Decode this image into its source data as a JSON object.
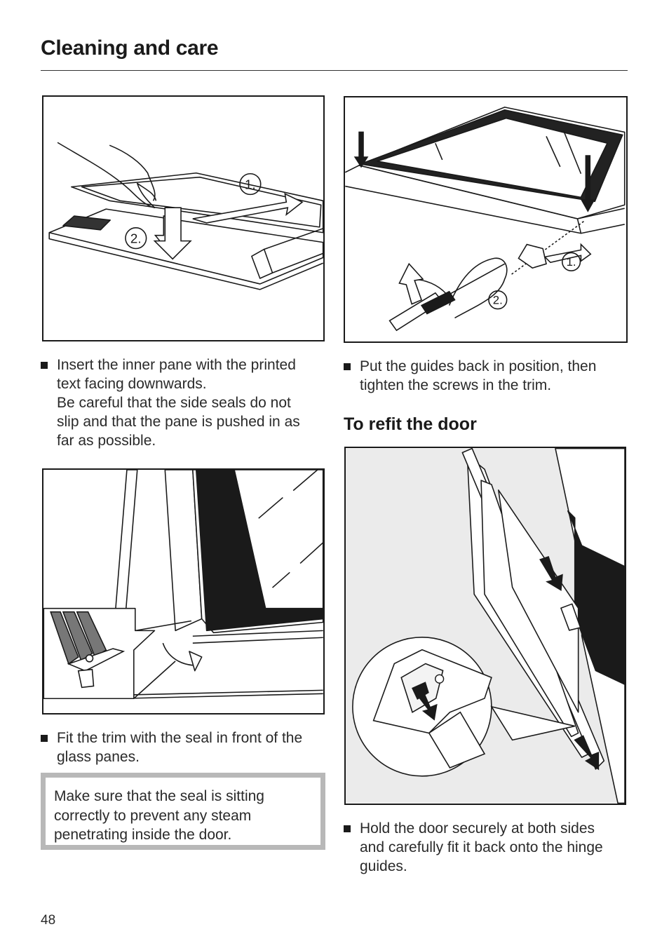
{
  "header": {
    "title": "Cleaning and care"
  },
  "figure1": {
    "step1": "1.",
    "step2": "2."
  },
  "figure2": {
    "step1": "1.",
    "step2": "2."
  },
  "instruction1": {
    "lines": [
      "Insert the inner pane with the printed",
      "text facing downwards.",
      "Be careful that the side seals do not",
      "slip and that the pane is pushed in as",
      "far as possible."
    ]
  },
  "instruction2": {
    "lines": [
      "Put the guides back in position, then",
      "tighten the screws in the trim."
    ]
  },
  "instruction3": {
    "lines": [
      "Fit the trim with the seal in front of the",
      "glass panes."
    ]
  },
  "note": {
    "lines": [
      "Make sure that the seal is sitting",
      "correctly to prevent any steam",
      "penetrating inside the door."
    ]
  },
  "section": {
    "title": "To refit the door"
  },
  "instruction4": {
    "lines": [
      "Hold the door securely at both sides",
      "and carefully fit it back onto the hinge",
      "guides."
    ]
  },
  "footer": {
    "page_number": "48"
  }
}
